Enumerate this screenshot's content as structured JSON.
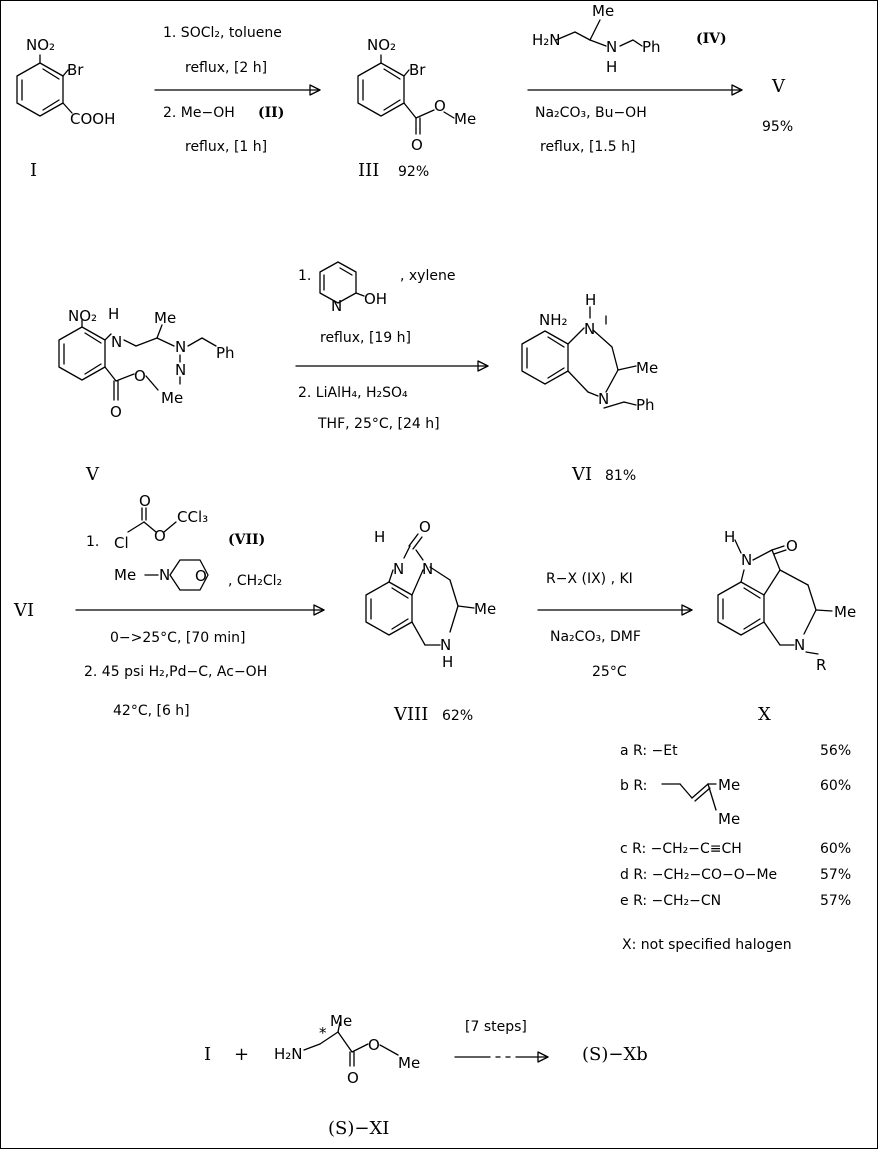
{
  "compounds": {
    "I": "I",
    "III": "III",
    "III_yield": "92%",
    "V_label": "V",
    "V_yield": "95%",
    "V2_label": "V",
    "VI": "VI",
    "VI_yield": "81%",
    "VI_reactant": "VI",
    "VIII": "VIII",
    "VIII_yield": "62%",
    "X": "X",
    "I_bottom": "I",
    "XI": "(S)−XI",
    "Xb": "(S)−Xb"
  },
  "step1": {
    "line1": "1. SOCl₂, toluene",
    "line2": "reflux, [2 h]",
    "line3": "2. Me−OH",
    "line3_label": "(II)",
    "line4": "reflux, [1 h]"
  },
  "step2": {
    "reagent_label": "(IV)",
    "cond1": "Na₂CO₃,  Bu−OH",
    "cond2": "reflux, [1.5 h]"
  },
  "step3": {
    "line1_prefix": "1.",
    "line1_suffix": ", xylene",
    "line2": "reflux, [19 h]",
    "line3": "2. LiAlH₄, H₂SO₄",
    "line4": "THF,  25°C, [24 h]"
  },
  "step4": {
    "line1_prefix": "1.",
    "reagent_label": "(VII)",
    "solvent": ", CH₂Cl₂",
    "line3": "0−>25°C, [70 min]",
    "line4": "2. 45 psi H₂,Pd−C, Ac−OH",
    "line5": "42°C, [6 h]"
  },
  "step5": {
    "line1": "R−X  (IX) , KI",
    "line2": "Na₂CO₃,  DMF",
    "line3": "25°C"
  },
  "step6": {
    "label": "[7 steps]"
  },
  "r_groups": [
    {
      "id": "a",
      "text": "a R: −Et",
      "yield": "56%"
    },
    {
      "id": "b",
      "text": "b R:",
      "yield": "60%"
    },
    {
      "id": "c",
      "text": "c R: −CH₂−C≡CH",
      "yield": "60%"
    },
    {
      "id": "d",
      "text": "d R: −CH₂−CO−O−Me",
      "yield": "57%"
    },
    {
      "id": "e",
      "text": "e R: −CH₂−CN",
      "yield": "57%"
    }
  ],
  "note": "X: not specified halogen",
  "atoms": {
    "NO2": "NO₂",
    "Br": "Br",
    "COOH": "COOH",
    "O": "O",
    "Me": "Me",
    "H2N": "H₂N",
    "N": "N",
    "H": "H",
    "Ph": "Ph",
    "NH2": "NH₂",
    "OH": "OH",
    "Cl": "Cl",
    "CCl3": "CCl₃",
    "R": "R",
    "star": "*",
    "plus": "+"
  }
}
